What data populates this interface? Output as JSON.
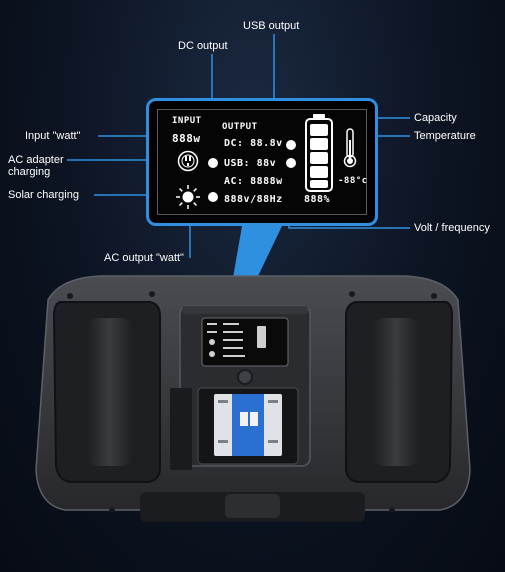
{
  "callouts": {
    "usb_output": "USB output",
    "dc_output": "DC output",
    "input_watt": "Input \"watt\"",
    "ac_adapter_charging_line1": "AC adapter",
    "ac_adapter_charging_line2": "charging",
    "solar_charging": "Solar charging",
    "ac_output_watt": "AC output \"watt\"",
    "capacity": "Capacity",
    "temperature": "Temperature",
    "volt_frequency": "Volt / frequency"
  },
  "lcd": {
    "input_label": "INPUT",
    "input_watt": "888w",
    "output_label": "OUTPUT",
    "dc_readout": "DC: 88.8v",
    "usb_readout": "USB: 88v",
    "ac_readout": "AC: 8888w",
    "volt_freq_readout": "888v/88Hz",
    "temperature_readout": "-88°c",
    "capacity_readout": "888%"
  },
  "icons": {
    "ac_adapter": "ac-plug-icon",
    "solar": "sun-icon",
    "battery": "battery-icon",
    "thermometer": "thermometer-icon"
  },
  "colors": {
    "accent": "#2f8fe0",
    "lcd_background": "#000000",
    "device_body": "#3a3c40",
    "breaker_blue": "#2b6fd0"
  }
}
